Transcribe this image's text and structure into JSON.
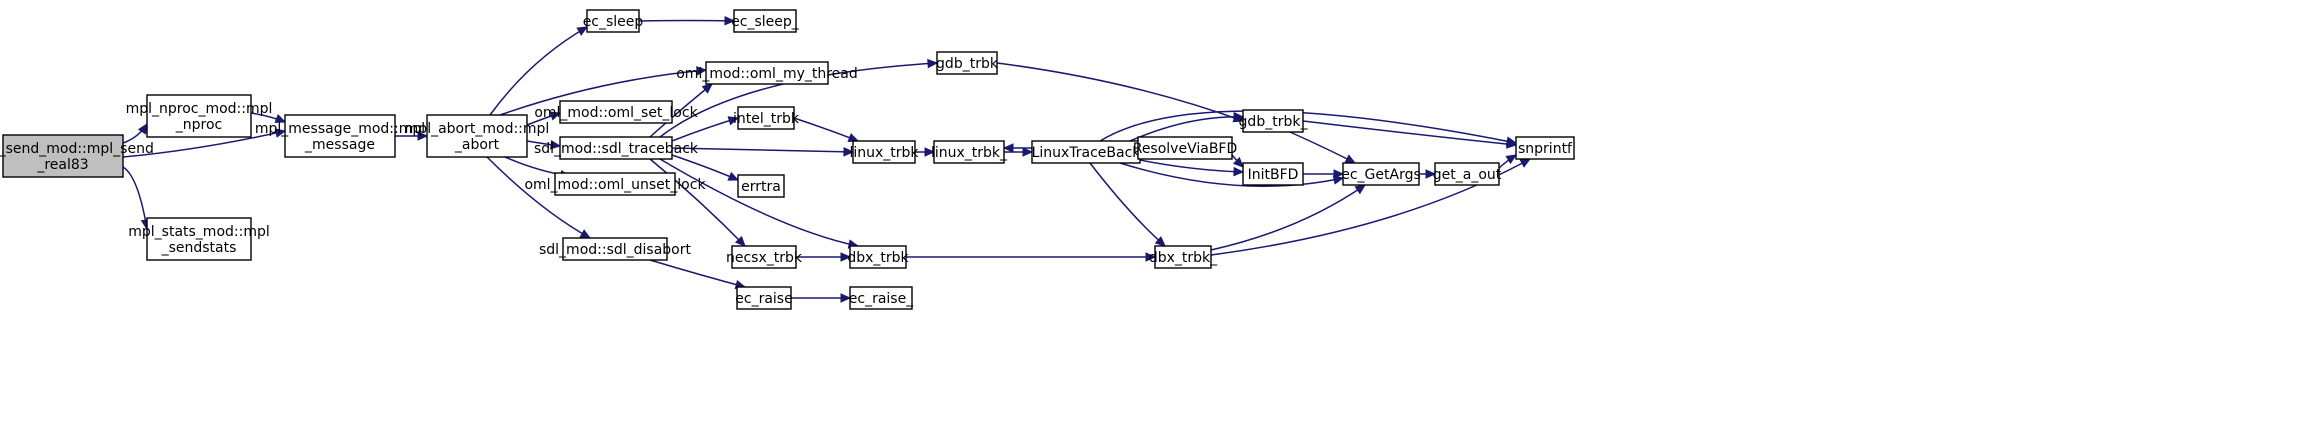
{
  "diagram": {
    "edge_color": "#191970",
    "root_fill": "#bfbfbf",
    "nodes": {
      "n_send": [
        "mpl_send_mod::mpl_send",
        "_real83"
      ],
      "n_nproc": [
        "mpl_nproc_mod::mpl",
        "_nproc"
      ],
      "n_stats": [
        "mpl_stats_mod::mpl",
        "_sendstats"
      ],
      "n_message": [
        "mpl_message_mod::mpl",
        "_message"
      ],
      "n_abort": [
        "mpl_abort_mod::mpl",
        "_abort"
      ],
      "n_ecsleep": [
        "ec_sleep"
      ],
      "n_ecsleep_": [
        "ec_sleep_"
      ],
      "n_omlmythread": [
        "oml_mod::oml_my_thread"
      ],
      "n_omlsetlock": [
        "oml_mod::oml_set_lock"
      ],
      "n_sdltraceback": [
        "sdl_mod::sdl_traceback"
      ],
      "n_omlunsetlock": [
        "oml_mod::oml_unset_lock"
      ],
      "n_sdldisabort": [
        "sdl_mod::sdl_disabort"
      ],
      "n_gdbtrbk": [
        "gdb_trbk"
      ],
      "n_inteltrbk": [
        "intel_trbk"
      ],
      "n_errtra": [
        "errtra"
      ],
      "n_necsxtrbk": [
        "necsx_trbk"
      ],
      "n_dbxtrbk": [
        "dbx_trbk"
      ],
      "n_ecraise": [
        "ec_raise"
      ],
      "n_ecraise_": [
        "ec_raise_"
      ],
      "n_linuxtrbk": [
        "linux_trbk"
      ],
      "n_linuxtrbk_": [
        "linux_trbk_"
      ],
      "n_linuxtraceback": [
        "LinuxTraceBack"
      ],
      "n_resolvebfd": [
        "ResolveViaBFD"
      ],
      "n_gdbtrbk_": [
        "gdb_trbk_"
      ],
      "n_initbfd": [
        "InitBFD"
      ],
      "n_dbxtrbk_": [
        "dbx_trbk_"
      ],
      "n_ecgetargs": [
        "ec_GetArgs"
      ],
      "n_getaout": [
        "get_a_out"
      ],
      "n_snprintf": [
        "snprintf"
      ]
    }
  }
}
